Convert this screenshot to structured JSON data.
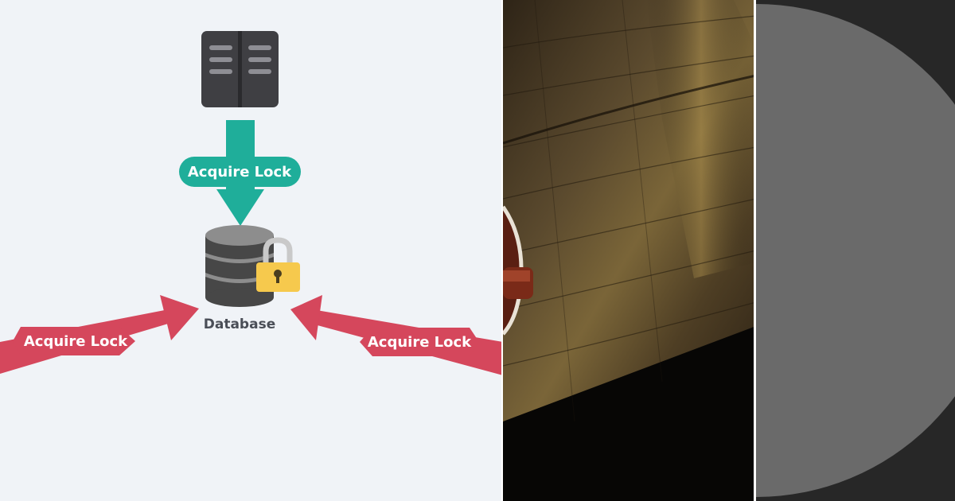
{
  "diagram": {
    "top_label": "Acquire Lock",
    "left_label": "Acquire Lock",
    "right_label": "Acquire Lock",
    "database_label": "Database",
    "colors": {
      "background": "#f0f3f7",
      "teal": "#1fae9a",
      "red": "#d5475c",
      "server": "#3f3f43",
      "server_slot": "#8e8e94",
      "db_dark": "#474747",
      "db_light": "#8d8d8d",
      "lock_body": "#f6c94d",
      "lock_shackle": "#c9c9c9",
      "text": "#4a4e57"
    },
    "icons": [
      "server-icon",
      "database-icon",
      "padlock-icon"
    ]
  },
  "photo": {
    "description_icon": "wood-table-photo"
  },
  "disc": {
    "icon": "half-disc-shape",
    "color": "#6a6a6a"
  }
}
